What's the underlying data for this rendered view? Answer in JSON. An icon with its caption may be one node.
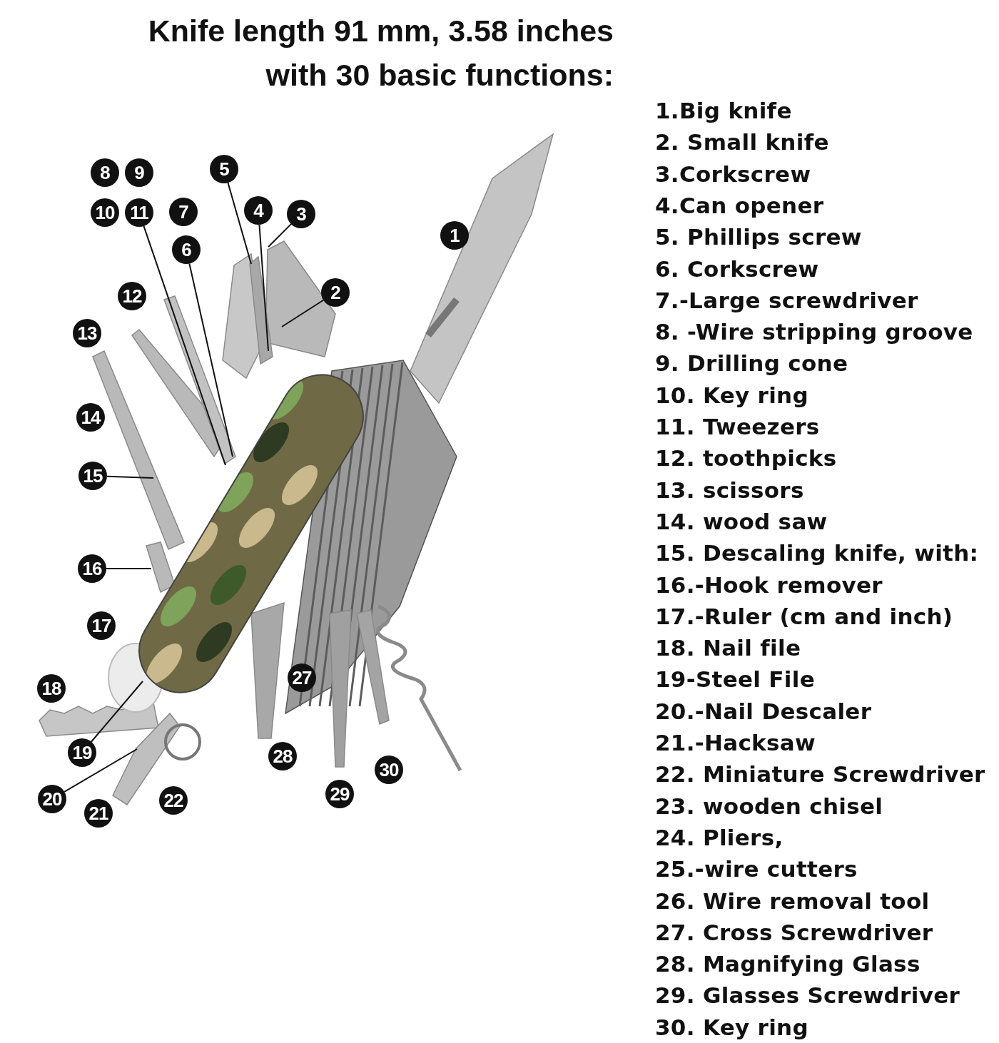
{
  "diagram": {
    "title": "Knife length 91 mm, 3.58 inches with 30 basic functions:",
    "nodes": [
      {
        "text": [
          "1"
        ]
      },
      {
        "text": [
          "2"
        ]
      },
      {
        "text": [
          "3"
        ]
      },
      {
        "text": [
          "4"
        ]
      },
      {
        "text": [
          "5"
        ]
      },
      {
        "text": [
          "6"
        ]
      },
      {
        "text": [
          "7"
        ]
      },
      {
        "text": [
          "8"
        ]
      },
      {
        "text": [
          "9"
        ]
      },
      {
        "text": [
          "10"
        ]
      },
      {
        "text": [
          "11"
        ]
      },
      {
        "text": [
          "12"
        ]
      },
      {
        "text": [
          "13"
        ]
      },
      {
        "text": [
          "14"
        ]
      },
      {
        "text": [
          "15"
        ]
      },
      {
        "text": [
          "16"
        ]
      },
      {
        "text": [
          "17"
        ]
      },
      {
        "text": [
          "18"
        ]
      },
      {
        "text": [
          "19"
        ]
      },
      {
        "text": [
          "20"
        ]
      },
      {
        "text": [
          "21"
        ]
      },
      {
        "text": [
          "22"
        ]
      },
      {
        "text": [
          "27"
        ]
      },
      {
        "text": [
          "28"
        ]
      },
      {
        "text": [
          "29"
        ]
      },
      {
        "text": [
          "30"
        ]
      }
    ],
    "edges": [
      {
        "from": 1,
        "to": null,
        "arrow": "none"
      },
      {
        "from": 2,
        "to": null,
        "arrow": "none"
      },
      {
        "from": 3,
        "to": null,
        "arrow": "none"
      },
      {
        "from": 4,
        "to": null,
        "arrow": "none"
      },
      {
        "from": 5,
        "to": null,
        "arrow": "none"
      },
      {
        "from": 10,
        "to": null,
        "arrow": "none"
      },
      {
        "from": 14,
        "to": null,
        "arrow": "none"
      },
      {
        "from": 15,
        "to": null,
        "arrow": "none"
      },
      {
        "from": 18,
        "to": null,
        "arrow": "none"
      },
      {
        "from": 19,
        "to": null,
        "arrow": "none"
      }
    ],
    "labels": [
      "1.Big knife",
      "2. Small knife",
      "3.Corkscrew",
      "4.Can opener",
      "5. Phillips screw",
      "6. Corkscrew",
      "7.-Large screwdriver",
      "8. -Wire stripping groove",
      "9. Drilling cone",
      "10. Key ring",
      "11. Tweezers",
      "12. toothpicks",
      "13. scissors",
      "14. wood saw",
      "15. Descaling knife, with:",
      "16.-Hook remover",
      "17.-Ruler (cm and inch)",
      "18. Nail file",
      "19-Steel File",
      "20.-Nail Descaler",
      "21.-Hacksaw",
      "22. Miniature Screwdriver",
      "23. wooden chisel",
      "24. Pliers,",
      "25.-wire cutters",
      "26. Wire removal tool",
      "27. Cross Screwdriver",
      "28. Magnifying Glass",
      "29. Glasses Screwdriver",
      "30. Key ring"
    ]
  }
}
